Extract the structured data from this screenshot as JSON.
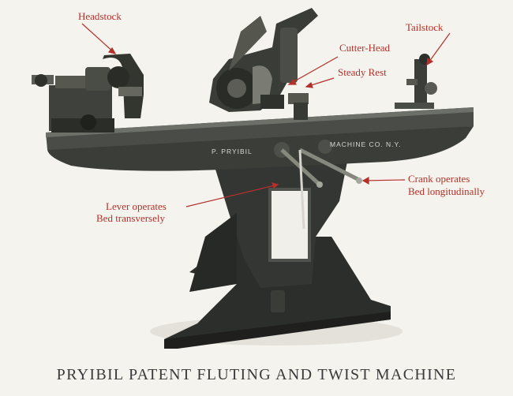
{
  "labels": {
    "headstock": "Headstock",
    "cutter_head": "Cutter-Head",
    "tailstock": "Tailstock",
    "steady_rest": "Steady Rest",
    "crank_line1": "Crank operates",
    "crank_line2": "Bed longitudinally",
    "lever_line1": "Lever operates",
    "lever_line2": "Bed transversely"
  },
  "nameplate": {
    "left": "P. PRYIBIL",
    "right": "MACHINE CO. N.Y."
  },
  "caption": "PRYIBIL PATENT FLUTING AND TWIST MACHINE",
  "colors": {
    "label_red": "#b3312a",
    "machine_dark": "#2e302d",
    "paper": "#f5f3ee"
  }
}
